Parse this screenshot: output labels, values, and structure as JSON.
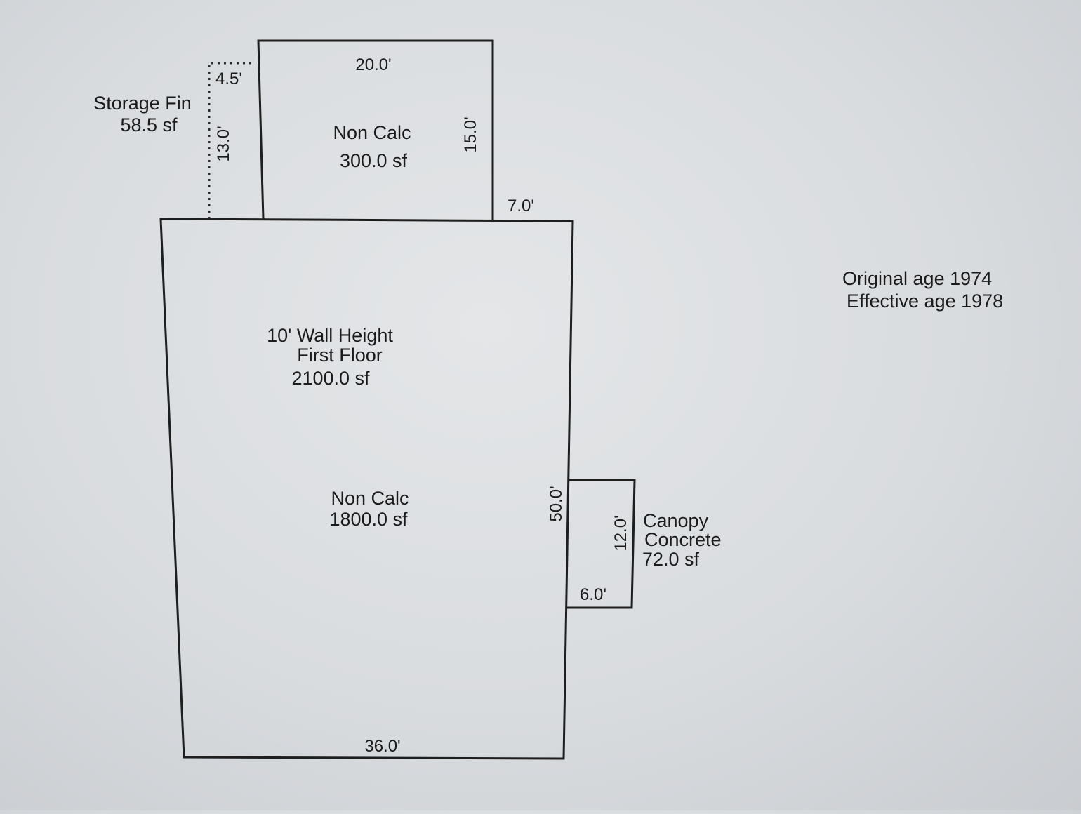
{
  "sketch": {
    "storage_area": {
      "name": "Storage Fin",
      "area": "58.5 sf",
      "dim_top": "4.5'",
      "dim_side": "13.0'"
    },
    "upper_area": {
      "name": "Non Calc",
      "area": "300.0 sf",
      "dim_top": "20.0'",
      "dim_side": "15.0'"
    },
    "step_dim": "7.0'",
    "main_area": {
      "label_1": "10' Wall Height",
      "label_2": "First Floor",
      "area_1": "2100.0 sf",
      "name_2": "Non Calc",
      "area_2": "1800.0 sf",
      "dim_side": "50.0'",
      "dim_bottom": "36.0'"
    },
    "canopy_area": {
      "name": "Canopy",
      "material": "Concrete",
      "area": "72.0 sf",
      "dim_side": "12.0'",
      "dim_bottom": "6.0'"
    }
  },
  "notes": {
    "original_age": "Original age 1974",
    "effective_age": "Effective age 1978"
  }
}
